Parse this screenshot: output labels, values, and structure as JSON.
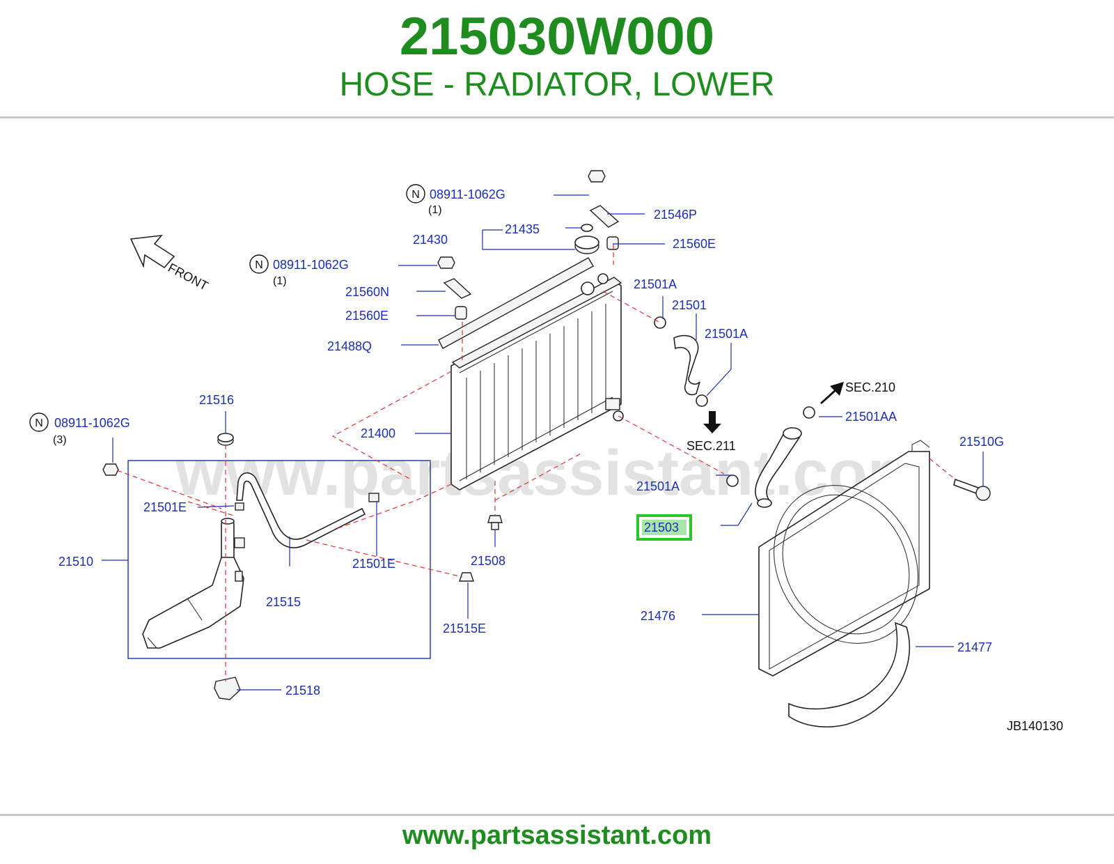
{
  "header": {
    "part_number": "215030W000",
    "description": "HOSE - RADIATOR, LOWER"
  },
  "footer": {
    "url": "www.partsassistant.com"
  },
  "diagram": {
    "watermark": "www.partsassistant.com",
    "diagram_id": "JB140130",
    "front_label": "FRONT",
    "highlighted_part": "21503",
    "highlight_color": "#28c828",
    "label_color": "#1a2fb5",
    "brand_color": "#1e8c1e",
    "callouts": {
      "nut_top": "08911-1062G",
      "nut_top_qty": "(1)",
      "nut_left": "08911-1062G",
      "nut_left_qty": "(1)",
      "nut_far_left": "08911-1062G",
      "nut_far_left_qty": "(3)",
      "bracket_top": "21546P",
      "cap_group": "21435",
      "cap": "21430",
      "mount_top_right": "21560E",
      "bracket_left": "21560N",
      "mount_left": "21560E",
      "seal": "21488Q",
      "clamp_upper_1": "21501A",
      "upper_hose": "21501",
      "clamp_upper_2": "21501A",
      "sec_210": "SEC.210",
      "clamp_aa": "21501AA",
      "sec_211": "SEC.211",
      "radiator": "21400",
      "reservoir_cap": "21516",
      "fan_screw": "21510G",
      "clamp_lower": "21501A",
      "lower_hose": "21503",
      "clamp_e_1": "21501E",
      "reservoir": "21510",
      "clamp_e_2": "21501E",
      "drain_cock": "21508",
      "reservoir_hose": "21515",
      "clamp_515e": "21515E",
      "shroud": "21476",
      "shroud_lower": "21477",
      "reservoir_bracket": "21518"
    },
    "nut_marker": "N"
  }
}
